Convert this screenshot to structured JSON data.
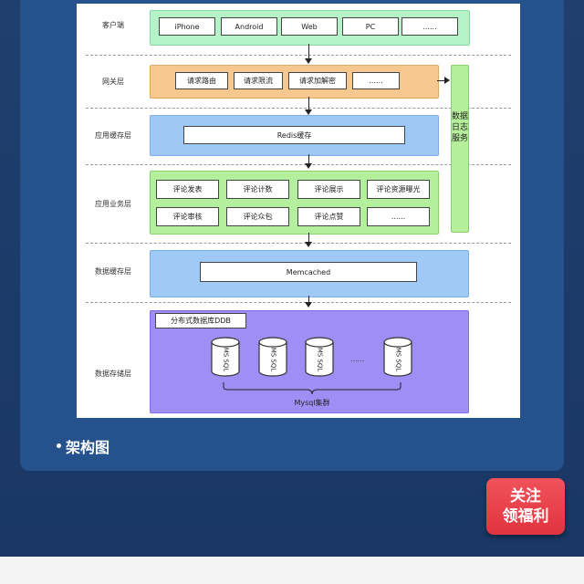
{
  "diagram": {
    "layers": {
      "client": "客户端",
      "gateway": "网关层",
      "app_cache": "应用缓存层",
      "app_business": "应用业务层",
      "data_cache": "数据缓存层",
      "data_storage": "数据存储层"
    },
    "client_items": [
      "iPhone",
      "Android",
      "Web",
      "PC",
      "......"
    ],
    "gateway_items": [
      "请求路由",
      "请求限流",
      "请求加解密",
      "......"
    ],
    "app_cache_item": "Redis缓存",
    "business_row1": [
      "评论发表",
      "评论计数",
      "评论展示",
      "评论资源曝光"
    ],
    "business_row2": [
      "评论审核",
      "评论众包",
      "评论点赞",
      "......"
    ],
    "data_cache_item": "Memcached",
    "ddb_label": "分布式数据库DDB",
    "db_items": [
      "MS SQL",
      "MS SQL",
      "MS SQL",
      "MS SQL"
    ],
    "db_ellipsis": "......",
    "cluster_label": "Mysql集群",
    "log_service": "数据日志服务"
  },
  "caption": "架构图",
  "follow_button": {
    "line1": "关注",
    "line2": "领福利"
  },
  "colors": {
    "client_band": "#b5f2c8",
    "gateway_band": "#f7c790",
    "app_cache_band": "#9ec8f5",
    "business_band": "#b3ef9c",
    "data_cache_band": "#9fc9f6",
    "storage_band": "#9f8ff5",
    "button_red": "#e1343f"
  }
}
